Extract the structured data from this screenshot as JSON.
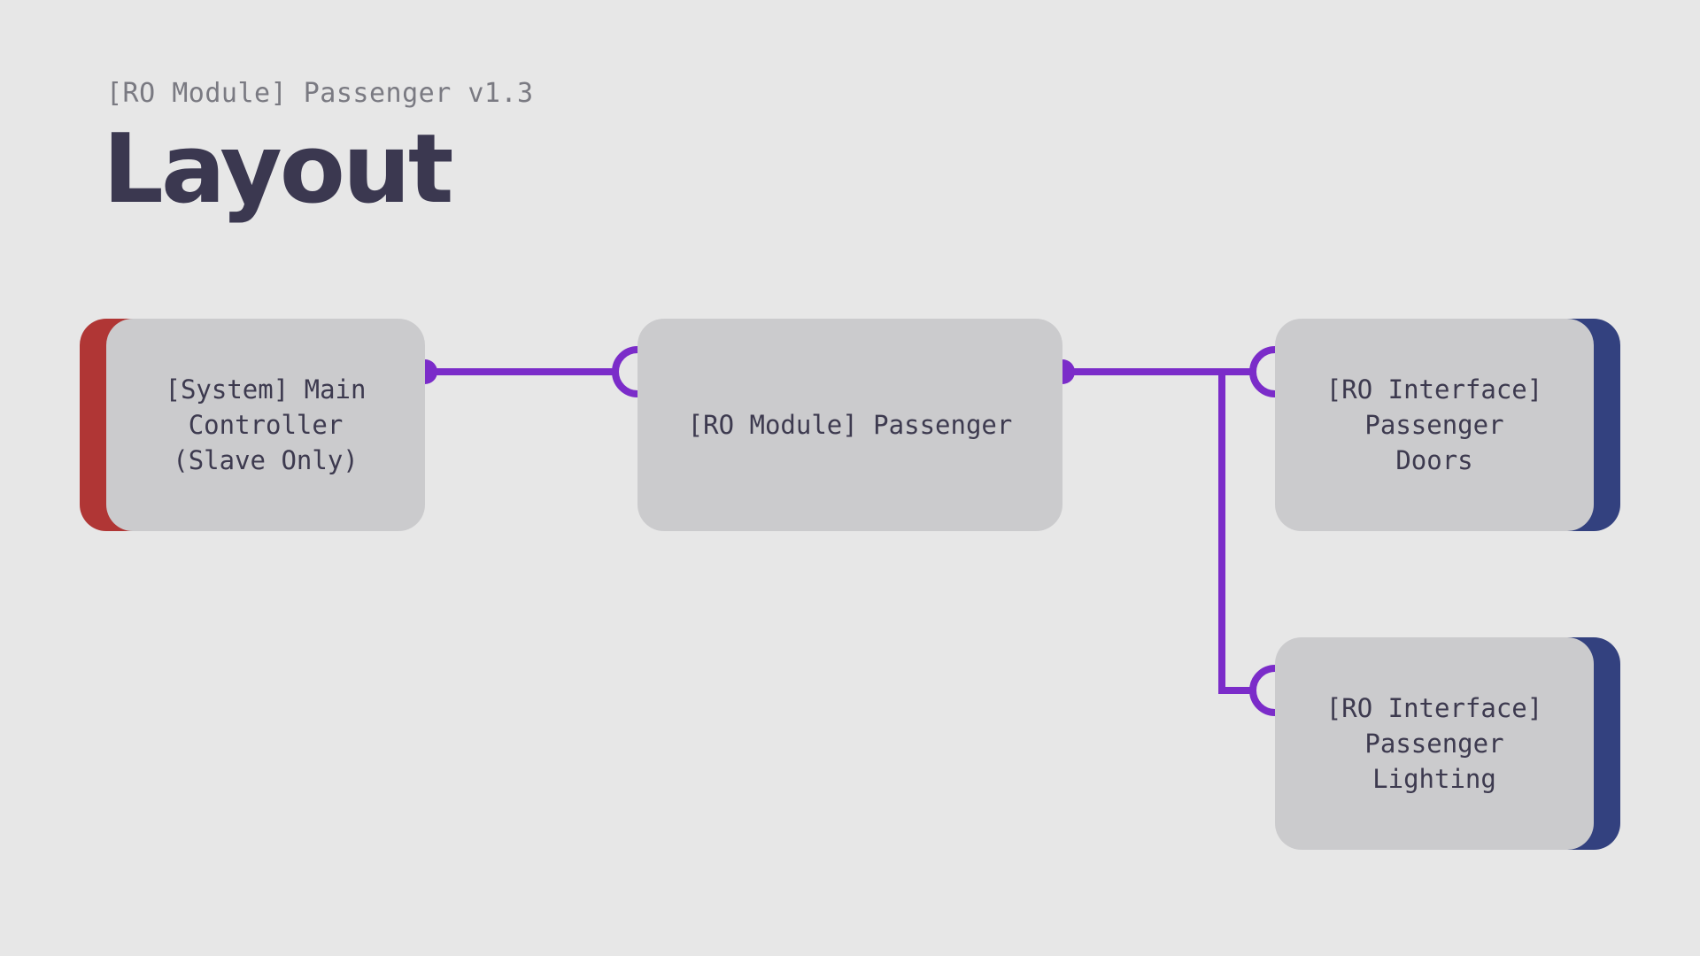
{
  "header": {
    "subtitle": "[RO Module] Passenger v1.3",
    "title": "Layout"
  },
  "colors": {
    "background": "#e7e7e7",
    "node_fill": "#cbcbcd",
    "text": "#3d3a4f",
    "connector": "#7b2cc9",
    "system_accent": "#b03635",
    "interface_accent": "#33417f"
  },
  "nodes": {
    "system_main": {
      "label": "[System] Main\nController\n(Slave Only)",
      "kind": "system"
    },
    "module_passenger": {
      "label": "[RO Module] Passenger",
      "kind": "module"
    },
    "iface_doors": {
      "label": "[RO Interface]\nPassenger\nDoors",
      "kind": "interface"
    },
    "iface_lighting": {
      "label": "[RO Interface]\nPassenger\nLighting",
      "kind": "interface"
    }
  },
  "connections": [
    {
      "from": "system_main",
      "to": "module_passenger"
    },
    {
      "from": "module_passenger",
      "to": "iface_doors"
    },
    {
      "from": "module_passenger",
      "to": "iface_lighting"
    }
  ]
}
